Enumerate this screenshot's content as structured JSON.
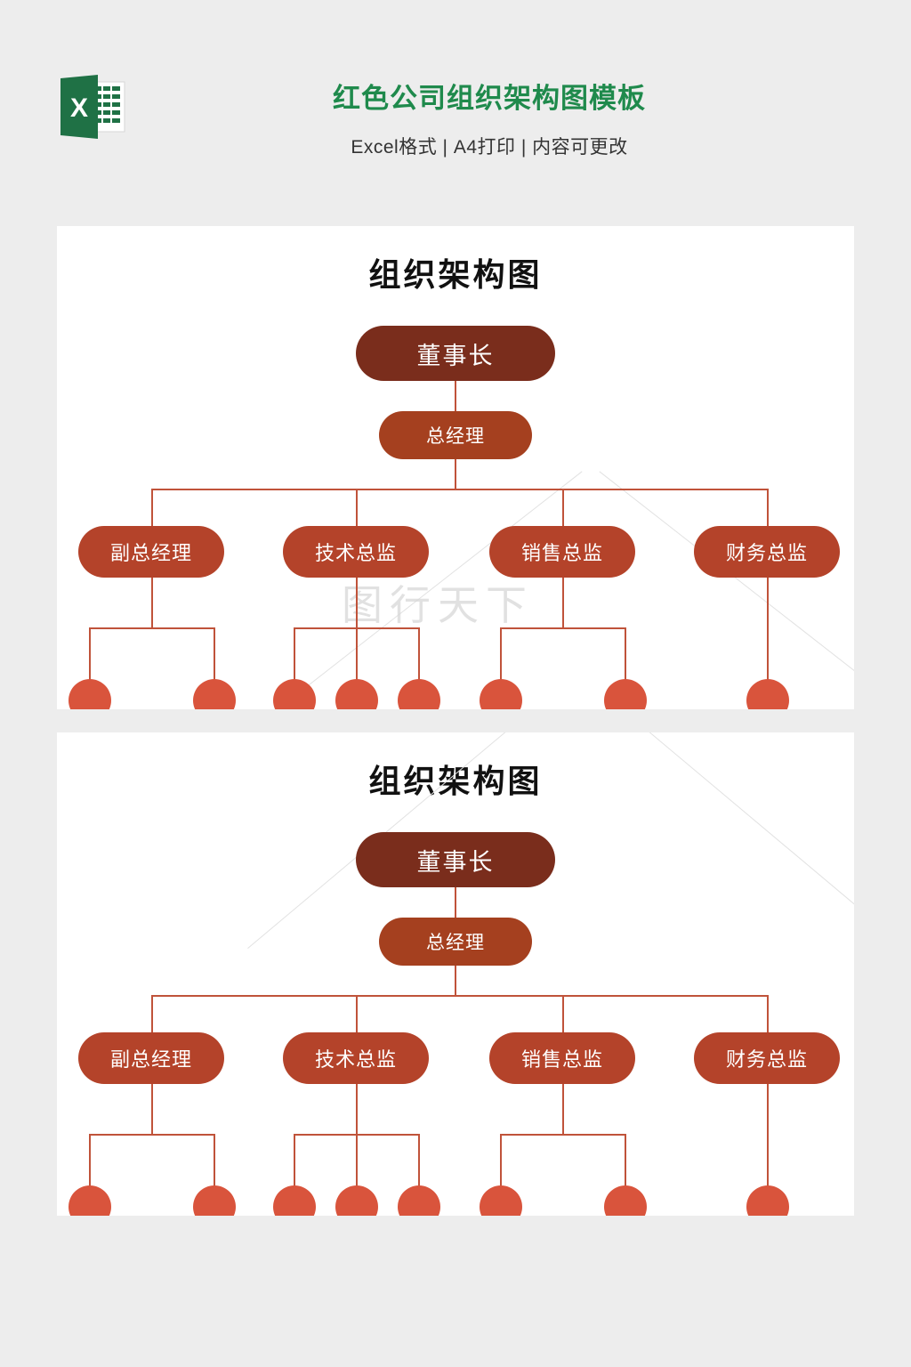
{
  "header": {
    "logo_icon": "excel-icon",
    "logo_letter": "X",
    "title": "红色公司组织架构图模板",
    "subtitle": "Excel格式 | A4打印 | 内容可更改",
    "title_color": "#1f8a4c",
    "subtitle_color": "#333333"
  },
  "watermark": {
    "text": "图行天下"
  },
  "colors": {
    "page_background": "#ededed",
    "card_background": "#ffffff",
    "level1_box": "#7a2d1c",
    "level2_box": "#a5401f",
    "level3_box": "#b4432a",
    "leaf_node": "#d9543c",
    "connector": "#c0533a"
  },
  "charts": [
    {
      "title": "组织架构图",
      "levels": {
        "level1": {
          "label": "董事长"
        },
        "level2": {
          "label": "总经理"
        },
        "level3": [
          {
            "label": "副总经理",
            "leaf_count": 2
          },
          {
            "label": "技术总监",
            "leaf_count": 3
          },
          {
            "label": "销售总监",
            "leaf_count": 2
          },
          {
            "label": "财务总监",
            "leaf_count": 1
          }
        ]
      }
    },
    {
      "title": "组织架构图",
      "levels": {
        "level1": {
          "label": "董事长"
        },
        "level2": {
          "label": "总经理"
        },
        "level3": [
          {
            "label": "副总经理",
            "leaf_count": 2
          },
          {
            "label": "技术总监",
            "leaf_count": 3
          },
          {
            "label": "销售总监",
            "leaf_count": 2
          },
          {
            "label": "财务总监",
            "leaf_count": 1
          }
        ]
      }
    }
  ]
}
